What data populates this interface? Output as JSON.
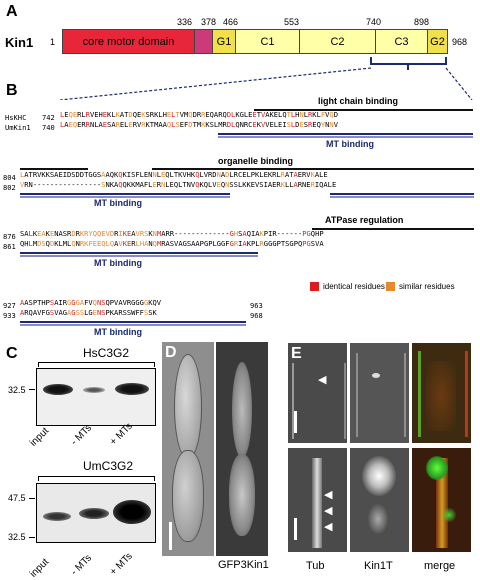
{
  "panel_a": {
    "label": "A",
    "protein": "Kin1",
    "start": "1",
    "end": "968",
    "ticks": [
      "336",
      "378",
      "466",
      "553",
      "740",
      "898"
    ],
    "domains": [
      "core motor domain",
      "G1",
      "C1",
      "C2",
      "C3",
      "G2"
    ],
    "colors": {
      "motor": "#e8263a",
      "linker": "#cc3a7a",
      "coiled": "#ffffa8",
      "g": "#f2e04a",
      "bracket": "#1c2a6e"
    }
  },
  "panel_b": {
    "label": "B",
    "species": [
      "HsKHC",
      "UmKin1"
    ],
    "block1": {
      "hs_num": "742",
      "hs": "LEQERLRVEHEKLKATDQEKSRKLHELTVMQDRREQARQDLKGLEETVAKELQTLHNLRKLFVQD",
      "um_num": "740",
      "um": "LAEQERRNLAESARELERVRKTMAAQLSEFDTMKKSLMRDLQNRCEKVVELEISLDESREQYNNV",
      "heading": "light chain binding",
      "mt": "MT binding"
    },
    "block2": {
      "hs_num": "804",
      "hs": "LATRVKKSAEIDSDDTGGSAAQKQKISFLENNLEQLTKVHKQLVRDNADLRCELPKLEKRLRATAERVKALE",
      "um_num": "802",
      "um": "VRN----------------SNKAQQKKMAFLERNLEQLTNVQKQLVEQNSSLKKEVSIAERKLLARNERIQALE",
      "heading": "organelle binding",
      "mt": "MT binding"
    },
    "block3": {
      "hs_num": "876",
      "hs": "SALKEAKENASRDRKRYQQEVDRIKEAVRSKNMARR-------------GHSAQIAKPIR------PGQHP",
      "um_num": "861",
      "um": "QHLMDSQDKLMLQNRKFEEQLQAVKERLHANQMRASVAGSAAPGPLGGFGRIAKPLRGGGPTSGPQPGSVA",
      "heading": "ATPase regulation",
      "mt": "MT binding"
    },
    "block4": {
      "hs_num": "927",
      "hs": "AASPTHPSAIRGGGAFVQNSQPVAVRGGGGKQV",
      "hs_end": "963",
      "um_num": "933",
      "um": "ARQAVFGSVAGAGSSLGENSPKARSSWFFSSK",
      "um_end": "968",
      "mt": "MT binding"
    },
    "legend": [
      {
        "label": "identical residues",
        "color": "#d81e1e"
      },
      {
        "label": "similar residues",
        "color": "#e8892c"
      }
    ]
  },
  "panel_c": {
    "label": "C",
    "blots": [
      {
        "title": "HsC3G2",
        "marker": "32.5",
        "lanes": [
          "input",
          "- MTs",
          "+ MTs"
        ]
      },
      {
        "title": "UmC3G2",
        "markers": [
          "47.5",
          "32.5"
        ],
        "lanes": [
          "input",
          "- MTs",
          "+ MTs"
        ]
      }
    ]
  },
  "panel_d": {
    "label": "D",
    "caption": "GFP3Kin1"
  },
  "panel_e": {
    "label": "E",
    "columns": [
      "Tub",
      "Kin1T",
      "merge"
    ]
  }
}
